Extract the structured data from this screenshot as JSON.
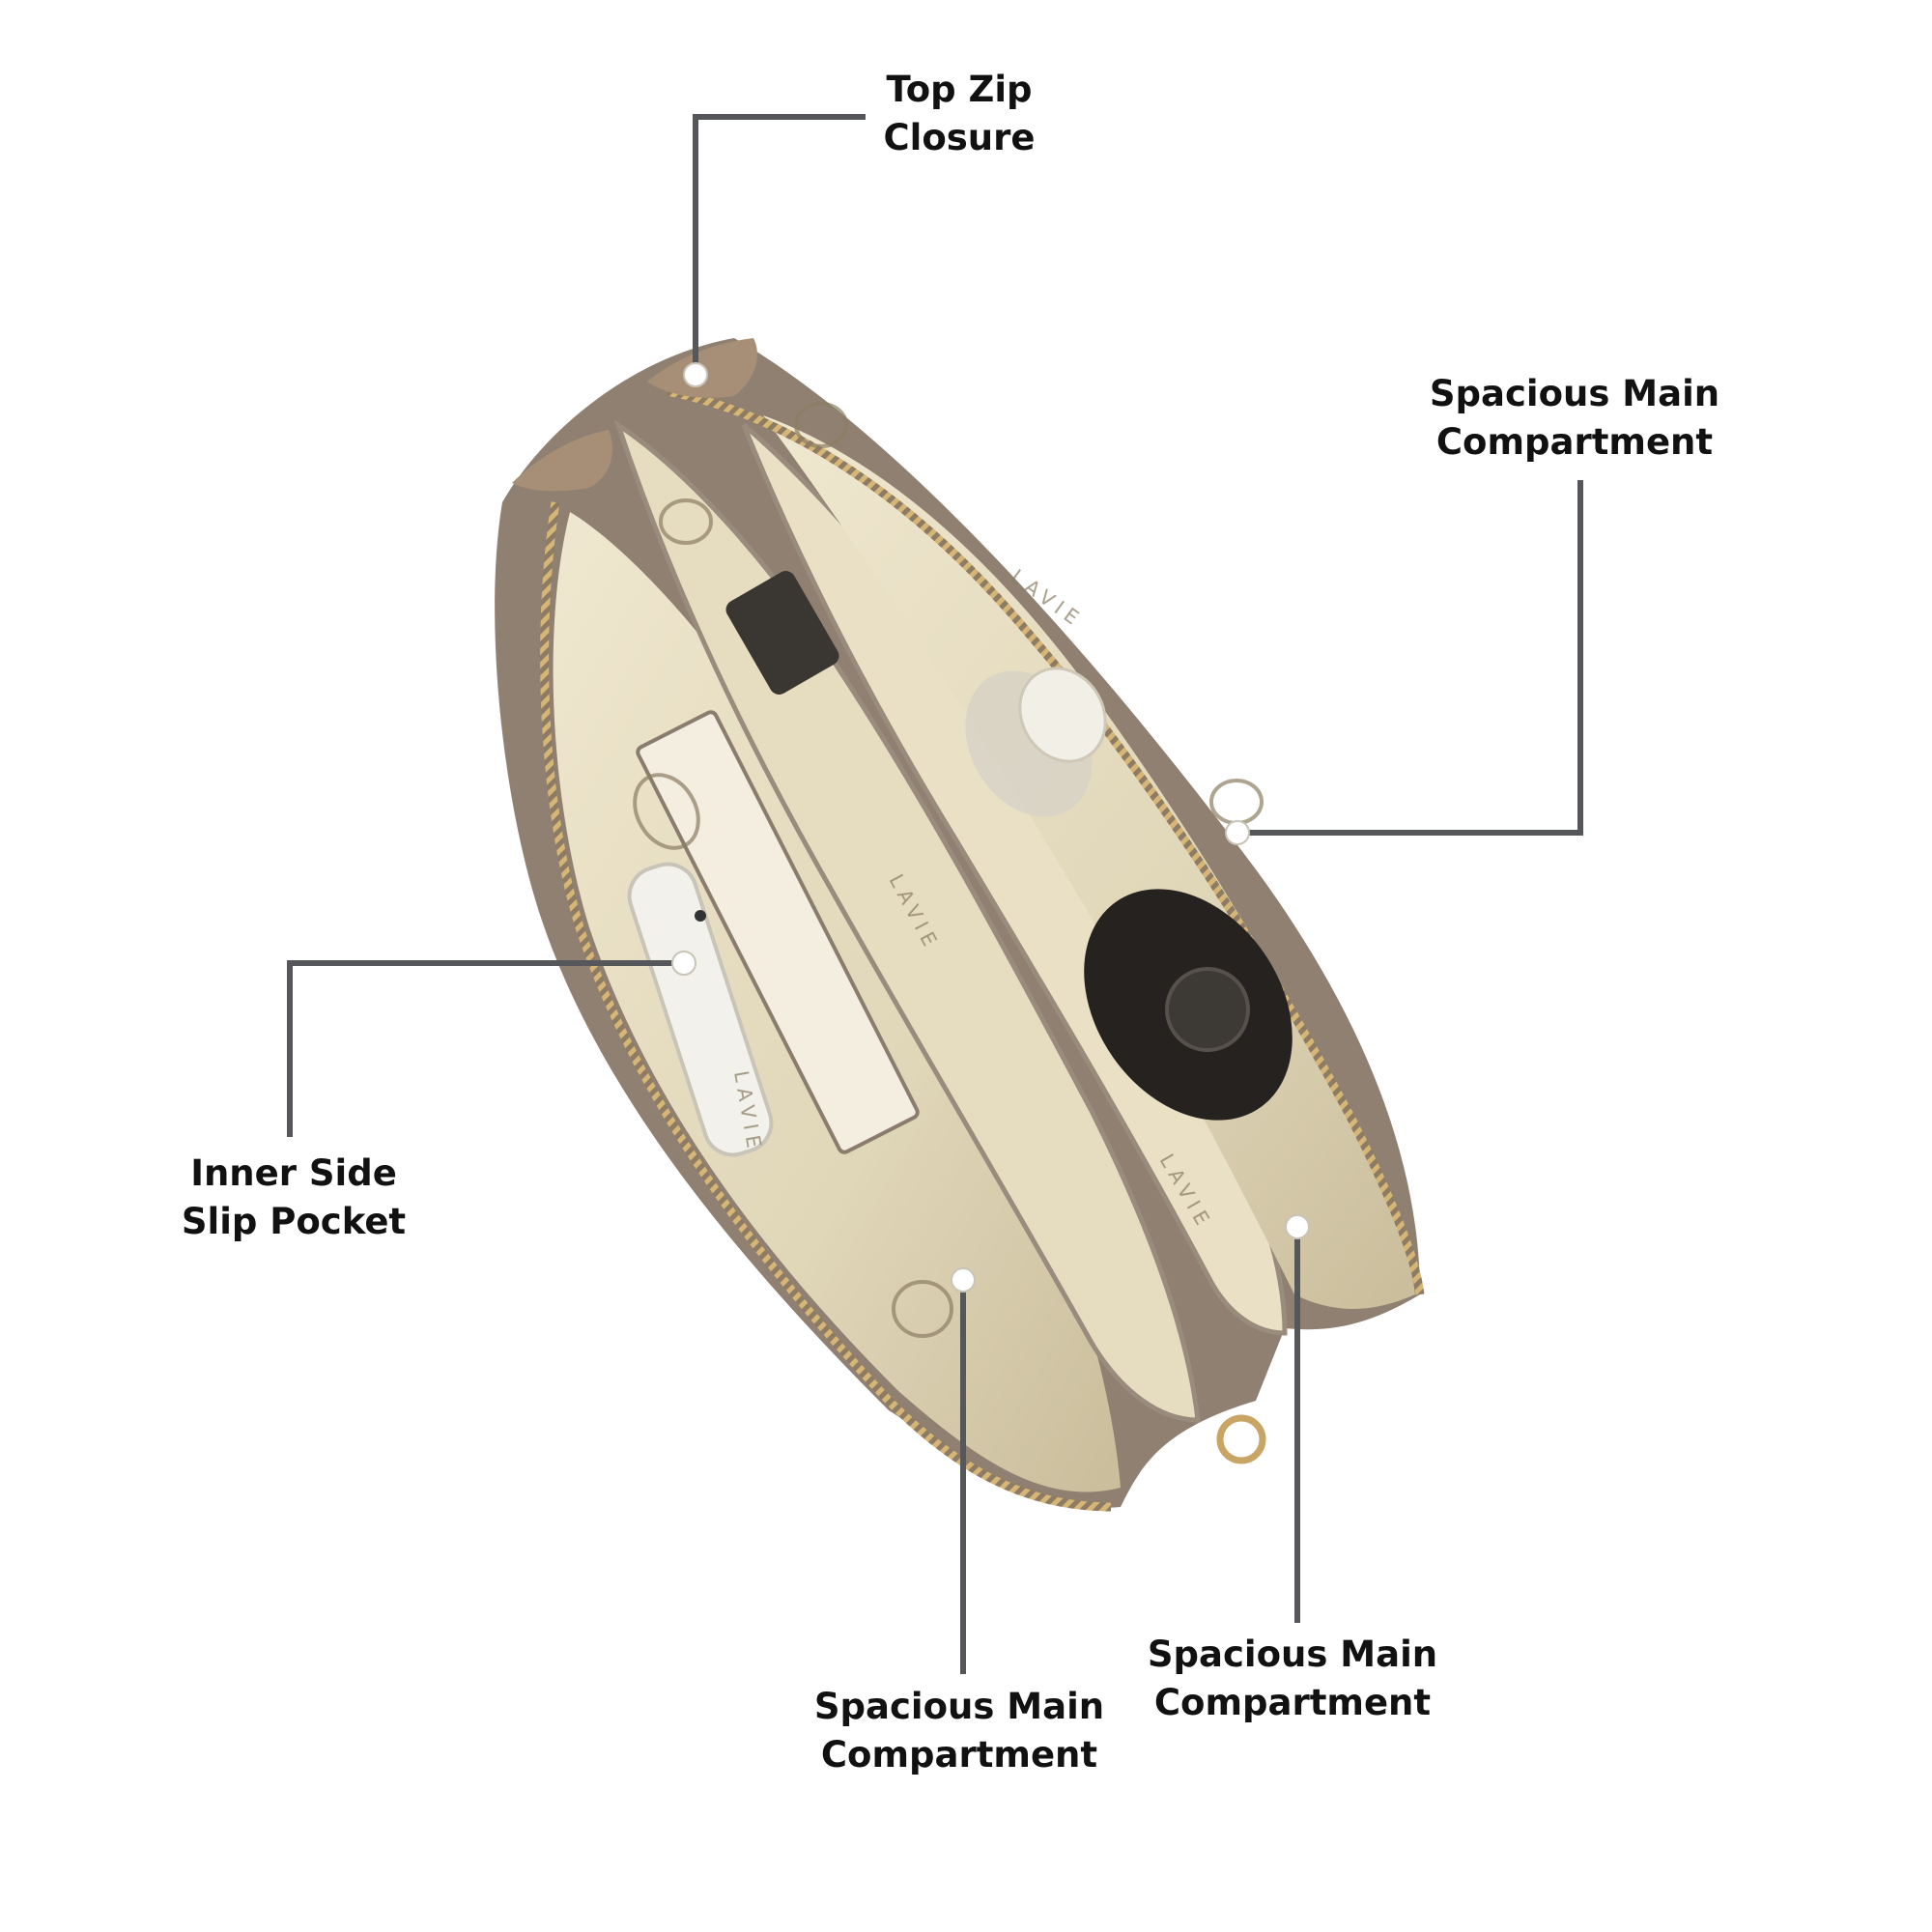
{
  "image": {
    "subject": "open multi-compartment clutch bag viewed from above",
    "background_color": "#ffffff",
    "colors": {
      "outer_material": "#8f8072",
      "lining": "#e2d8bb",
      "zipper": "#c8a565",
      "leader_line": "#55575a",
      "label_text": "#111111"
    }
  },
  "callouts": {
    "top_zip": {
      "line1": "Top Zip",
      "line2": "Closure"
    },
    "main_compartment_right": {
      "line1": "Spacious Main",
      "line2": "Compartment"
    },
    "inner_slip_pocket": {
      "line1": "Inner Side",
      "line2": "Slip Pocket"
    },
    "main_compartment_bottom_left": {
      "line1": "Spacious Main",
      "line2": "Compartment"
    },
    "main_compartment_bottom_right": {
      "line1": "Spacious Main",
      "line2": "Compartment"
    }
  },
  "lining_print": {
    "brand_text": "LAVIE"
  }
}
